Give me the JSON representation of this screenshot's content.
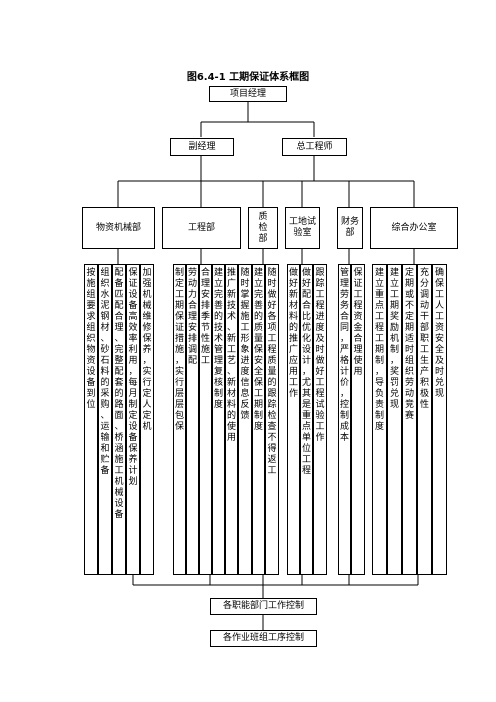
{
  "title": "图6.4-1    工期保证体系框图",
  "top": "项目经理",
  "managers": [
    "副经理",
    "总工程师"
  ],
  "departments": [
    {
      "name": "物资机械部"
    },
    {
      "name": "工程部"
    },
    {
      "name": "质检部"
    },
    {
      "name": "工地试验室"
    },
    {
      "name": "财务部"
    },
    {
      "name": "综合办公室"
    }
  ],
  "duties": [
    "按施组要求组织物资设备到位",
    "组织水泥钢材、砂石料的采购、运输和贮备",
    "配备匹配合理、完整配套的路面、桥涵施工机械设备",
    "保证设备高效率利用，每月制定设备保养计划",
    "加强机械维修保养，实行定人定机",
    "制定工期保证措施，实行层层包保",
    "劳动力合理安排调配",
    "合理安排季节性施工",
    "建立完善的技术管理复核制度",
    "推广新技术、新工艺、新材料的使用",
    "随时掌握施工形象进度信息反馈",
    "建立完善的质量保安全保工期制度",
    "随时做好各项工程质量的跟踪检查不得返工",
    "做好新材料的推广应用工作",
    "做好配合比优化设计，尤其是重点单位工程",
    "跟踪工程进度及时做好工程试验工作",
    "管理劳务合同，严格计价，控制成本",
    "保证工程资金合理使用",
    "建立重点工程工期制，导负责制度",
    "建立工期奖励机制，奖罚兑现",
    "定期或不定期适时组织劳动竞赛",
    "充分调动干部职工生产积极性",
    "确保工人工资安全及时兑现"
  ],
  "bottom1": "各职能部门工作控制",
  "bottom2": "各作业班组工序控制"
}
